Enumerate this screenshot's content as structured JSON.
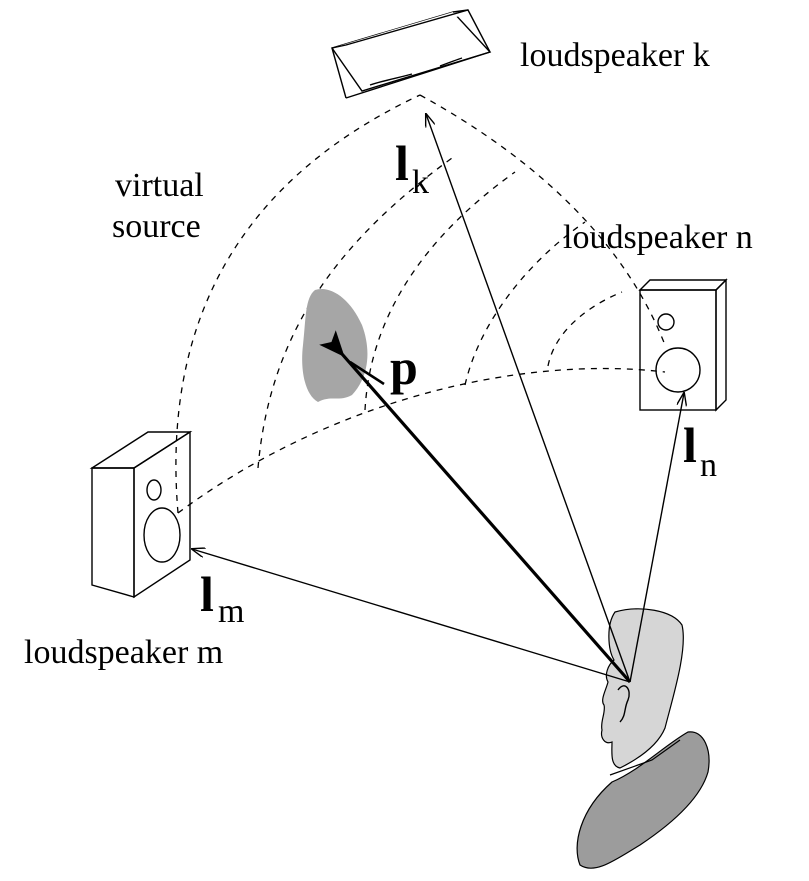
{
  "labels": {
    "speaker_k": "loudspeaker k",
    "speaker_n": "loudspeaker n",
    "speaker_m": "loudspeaker m",
    "virtual_source_line1": "virtual",
    "virtual_source_line2": "source"
  },
  "vectors": {
    "p": "p",
    "l_main": "l",
    "k": "k",
    "n": "n",
    "m": "m"
  },
  "colors": {
    "stroke": "#000000",
    "source_fill": "#a6a6a6",
    "head_fill": "#d6d6d6",
    "shoulder_fill": "#9c9c9c"
  }
}
